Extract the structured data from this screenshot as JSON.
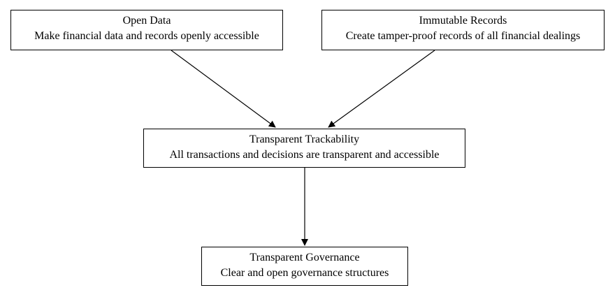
{
  "diagram": {
    "nodes": [
      {
        "id": "open-data",
        "title": "Open Data",
        "subtitle": "Make financial data and records openly accessible"
      },
      {
        "id": "immutable-records",
        "title": "Immutable Records",
        "subtitle": "Create tamper-proof records of all financial dealings"
      },
      {
        "id": "transparent-trackability",
        "title": "Transparent Trackability",
        "subtitle": "All transactions and decisions are transparent and accessible"
      },
      {
        "id": "transparent-governance",
        "title": "Transparent Governance",
        "subtitle": "Clear and open governance structures"
      }
    ],
    "edges": [
      {
        "from": "open-data",
        "to": "transparent-trackability"
      },
      {
        "from": "immutable-records",
        "to": "transparent-trackability"
      },
      {
        "from": "transparent-trackability",
        "to": "transparent-governance"
      }
    ],
    "colors": {
      "stroke": "#000000",
      "fill": "#ffffff",
      "text": "#000000"
    }
  }
}
